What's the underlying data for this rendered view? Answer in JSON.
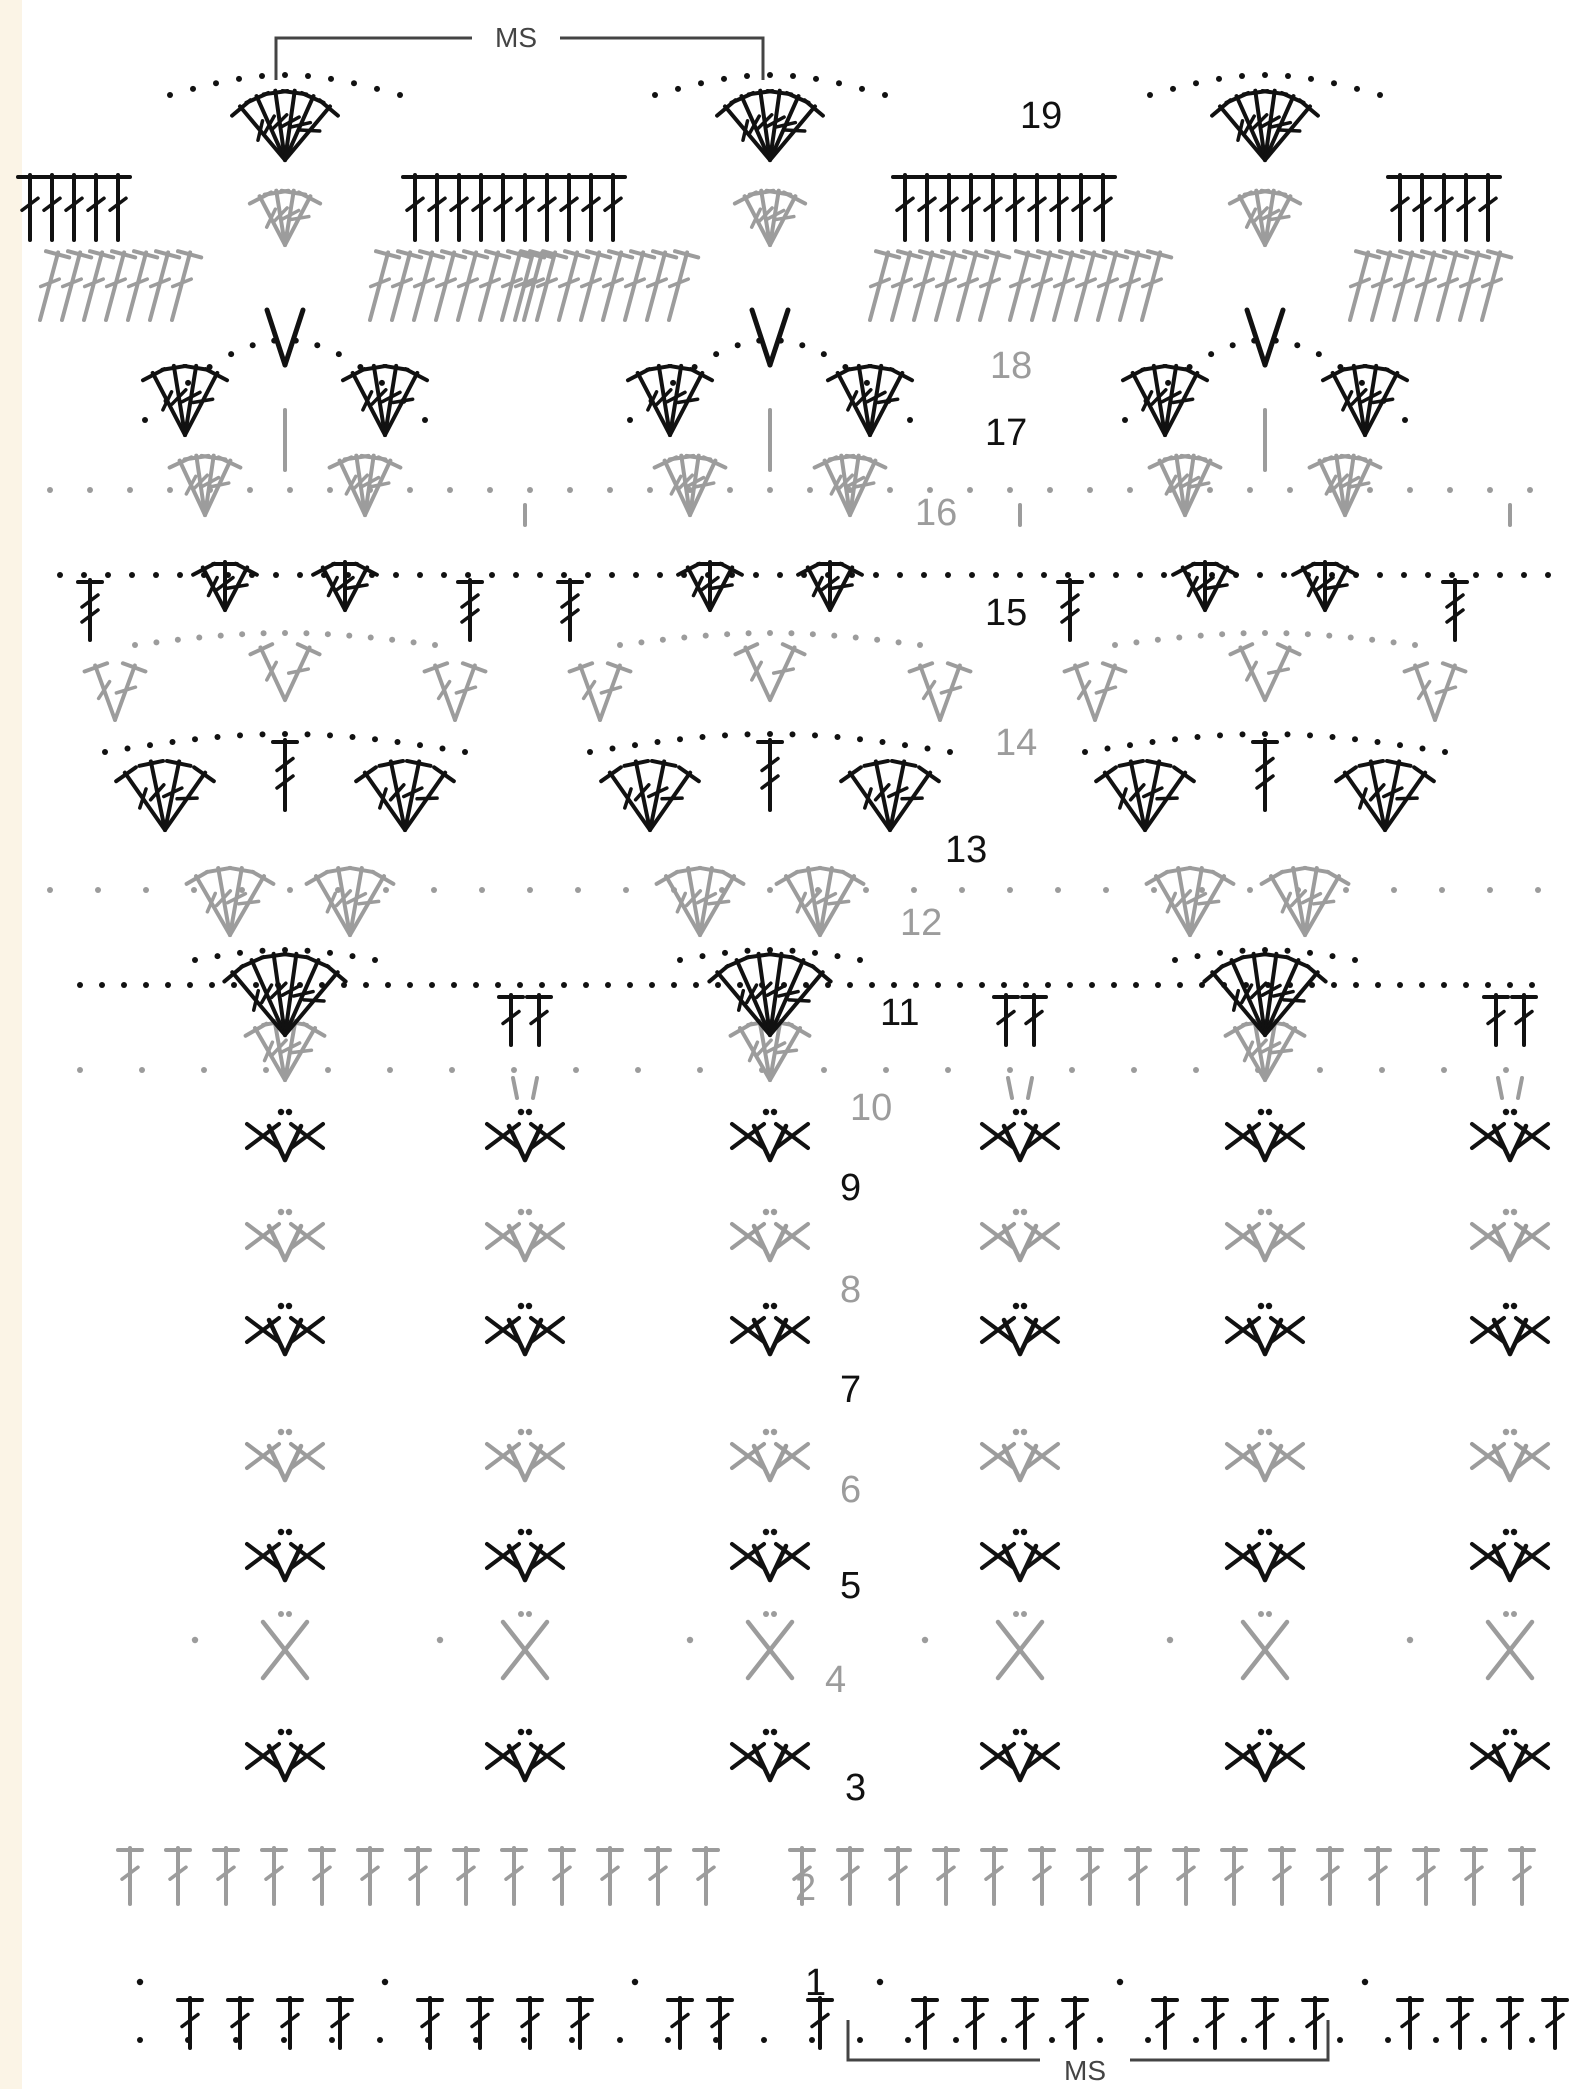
{
  "diagram": {
    "repeat_label_top": "MS",
    "repeat_label_bottom": "MS",
    "colors": {
      "odd_rows": "#111111",
      "even_rows": "#9c9c9c",
      "background": "#ffffff",
      "margin_strip": "#fbf4e6"
    },
    "rows": [
      {
        "number": "1",
        "shade": "odd",
        "stitch": "dc-groups"
      },
      {
        "number": "2",
        "shade": "even",
        "stitch": "dc-continuous"
      },
      {
        "number": "3",
        "shade": "odd",
        "stitch": "shell-x"
      },
      {
        "number": "4",
        "shade": "even",
        "stitch": "x-cross"
      },
      {
        "number": "5",
        "shade": "odd",
        "stitch": "shell-x"
      },
      {
        "number": "6",
        "shade": "even",
        "stitch": "shell-x"
      },
      {
        "number": "7",
        "shade": "odd",
        "stitch": "shell-x"
      },
      {
        "number": "8",
        "shade": "even",
        "stitch": "shell-x"
      },
      {
        "number": "9",
        "shade": "odd",
        "stitch": "shell-x"
      },
      {
        "number": "10",
        "shade": "even",
        "stitch": "v-shell"
      },
      {
        "number": "11",
        "shade": "odd",
        "stitch": "fan"
      },
      {
        "number": "12",
        "shade": "even",
        "stitch": "fan"
      },
      {
        "number": "13",
        "shade": "odd",
        "stitch": "fan"
      },
      {
        "number": "14",
        "shade": "even",
        "stitch": "v-shell"
      },
      {
        "number": "15",
        "shade": "odd",
        "stitch": "mesh-arc"
      },
      {
        "number": "16",
        "shade": "even",
        "stitch": "fan"
      },
      {
        "number": "17",
        "shade": "odd",
        "stitch": "fan"
      },
      {
        "number": "18",
        "shade": "even",
        "stitch": "fan"
      },
      {
        "number": "19",
        "shade": "odd",
        "stitch": "fan"
      }
    ]
  }
}
